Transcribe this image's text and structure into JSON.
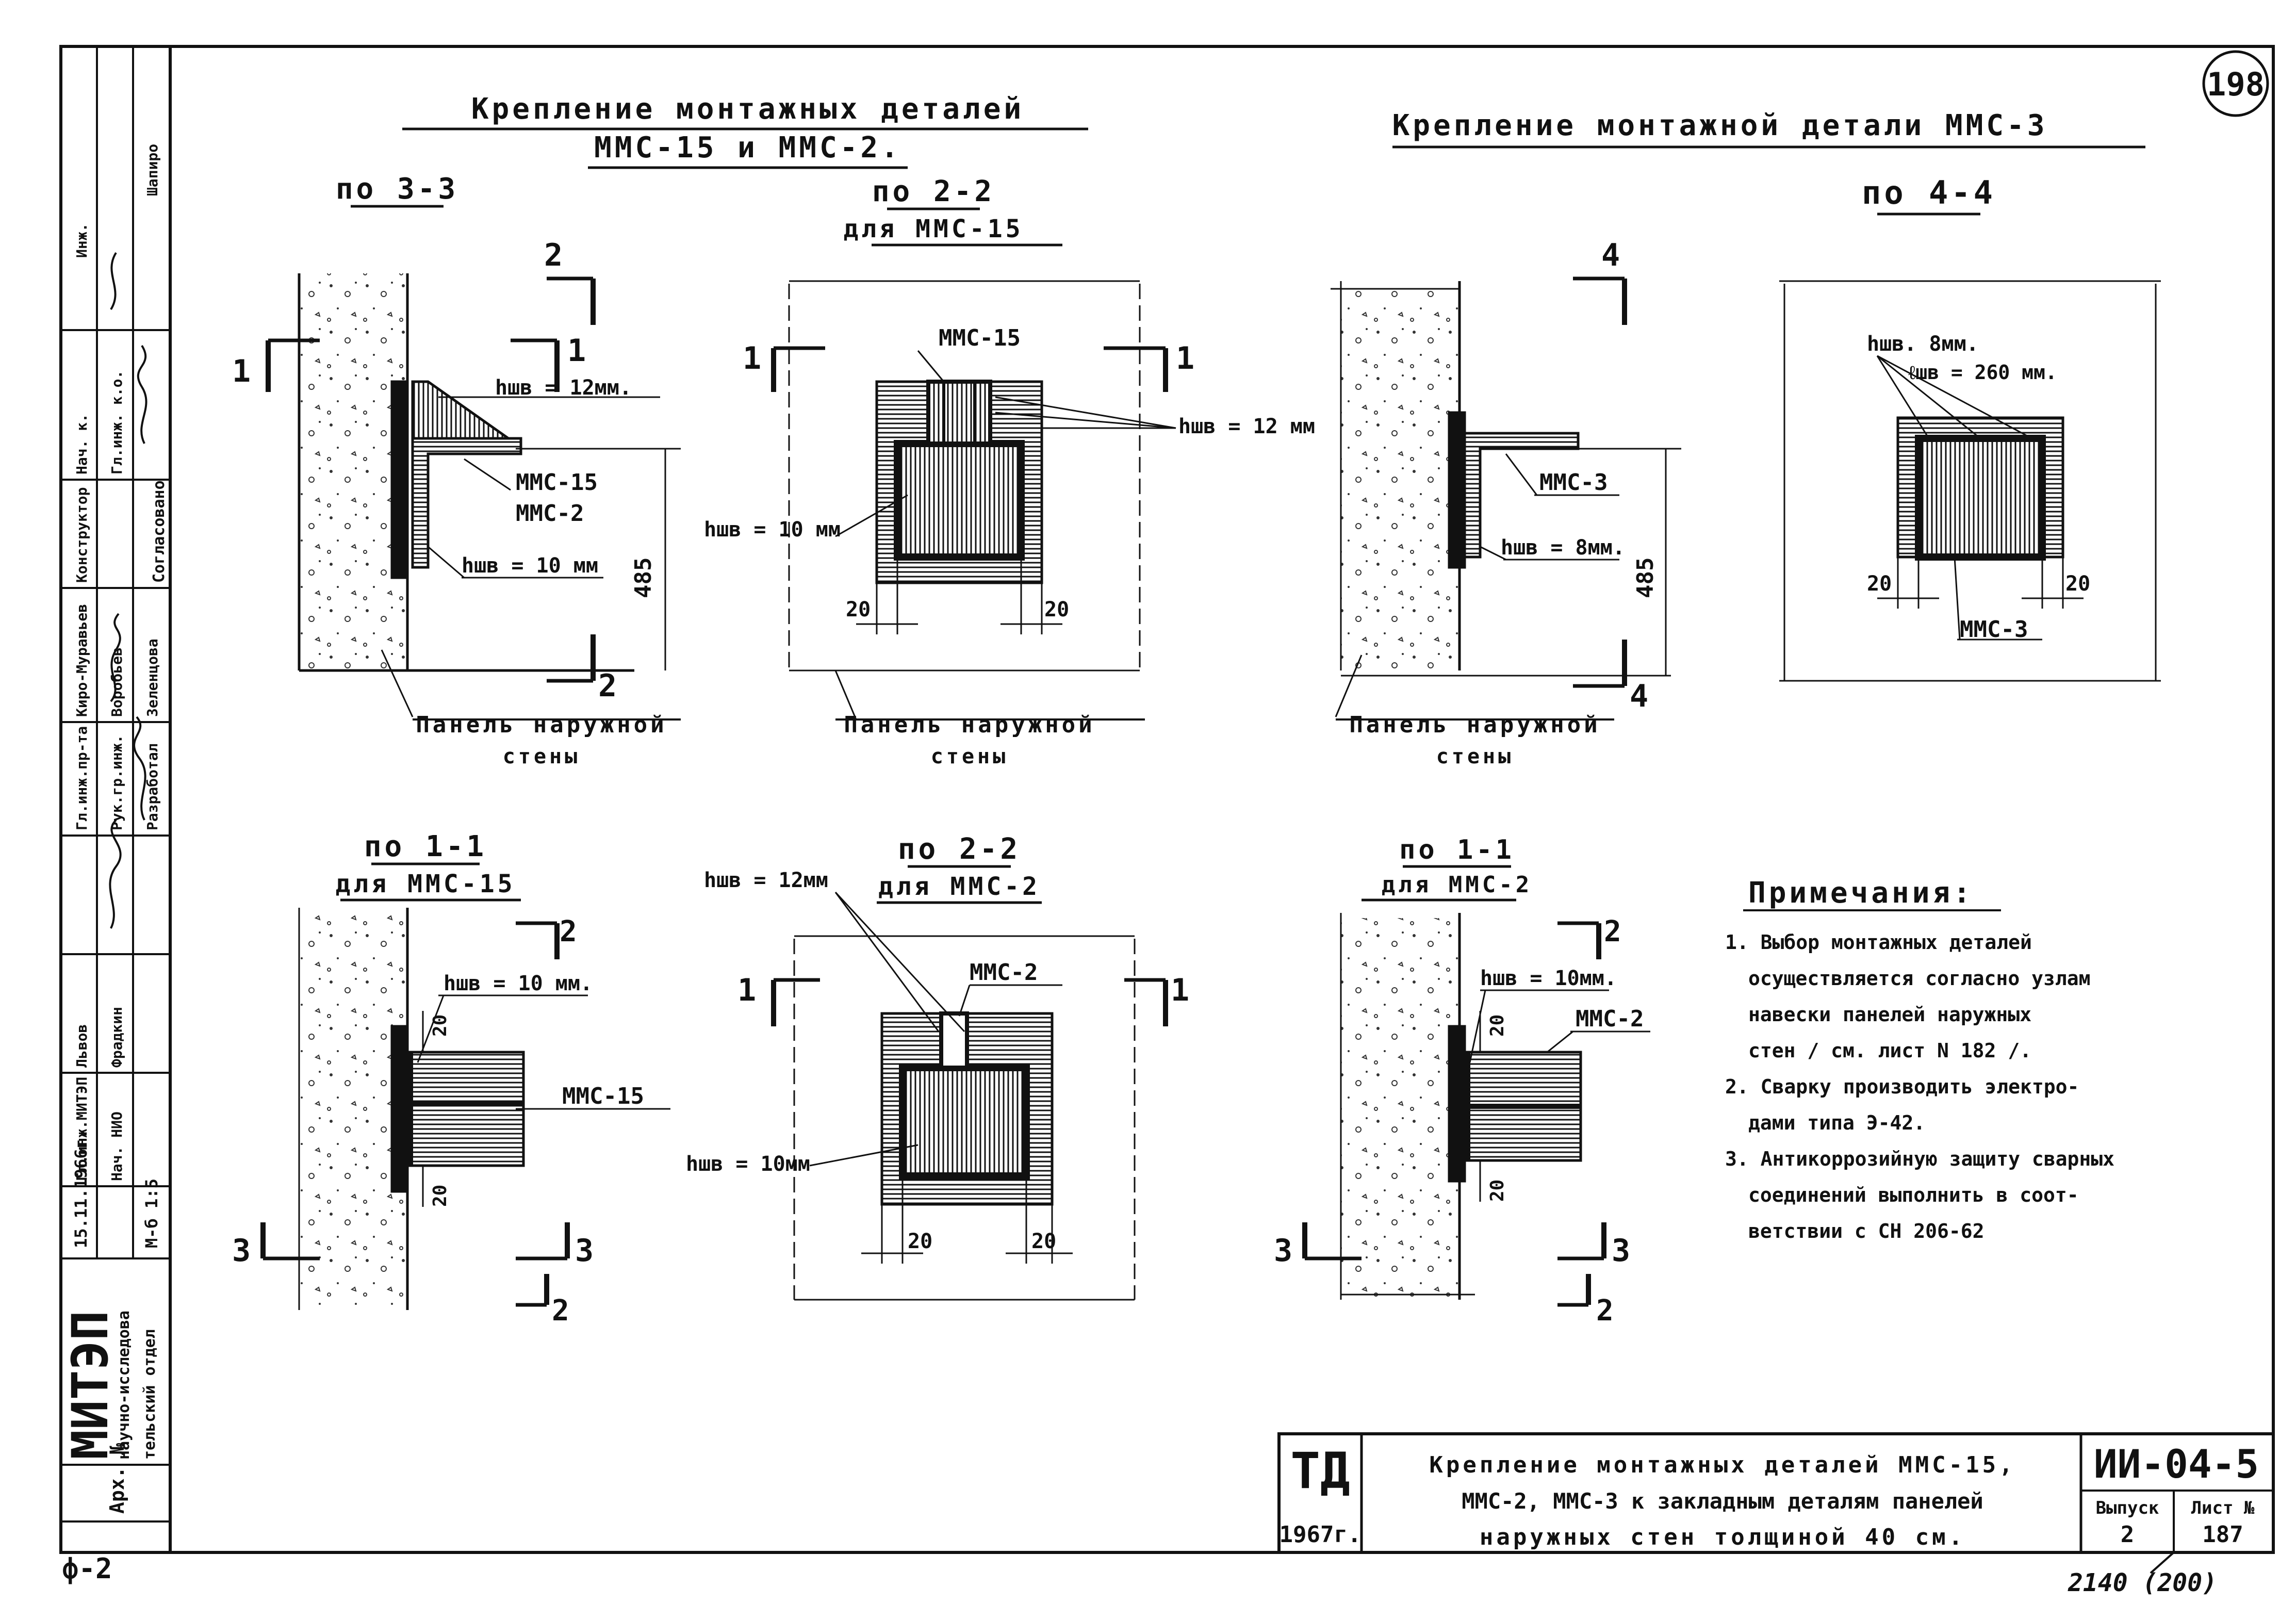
{
  "sheet_number": "198",
  "format_label": "ф-2",
  "sheet_corner_note": "2140 (200)",
  "left_heading": {
    "line1": "Крепление монтажных деталей",
    "line2": "ММС-15 и ММС-2."
  },
  "right_heading": "Крепление монтажной детали ММС-3",
  "sections": {
    "s33": {
      "title": "по 3-3"
    },
    "s22a": {
      "title": "по 2-2",
      "subtitle": "для ММС-15"
    },
    "s44_left": {},
    "s44": {
      "title": "по 4-4"
    },
    "s11a": {
      "title": "по 1-1",
      "subtitle": "для ММС-15"
    },
    "s22b": {
      "title": "по 2-2",
      "subtitle": "для ММС-2"
    },
    "s11b": {
      "title": "по 1-1",
      "subtitle": "для ММС-2"
    }
  },
  "callouts": {
    "hw12": "hшв = 12мм.",
    "hw12b": "hшв = 12 мм",
    "hw12c": "hшв = 12мм",
    "hw10": "hшв = 10 мм",
    "hw10b": "hшв = 10 мм",
    "hw10c": "hшв = 10 мм.",
    "hw10d": "hшв = 10мм.",
    "hw10e": "hшв = 10мм",
    "hw8": "hшв = 8мм.",
    "hw8b": "hшв. 8мм.",
    "lw260": "ℓшв = 260 мм.",
    "mms15": "ММС-15",
    "mms2": "ММС-2",
    "mms3": "ММС-3",
    "mms15_2": "ММС-15",
    "mms15_3": "ММС-15",
    "mms2_2": "ММС-2",
    "mms2_3": "ММС-2",
    "mms3_2": "ММС-3"
  },
  "dims": {
    "d485": "485",
    "d20": "20"
  },
  "cut_marks": {
    "one": "1",
    "two": "2",
    "three": "3",
    "four": "4"
  },
  "wall_label": {
    "line1": "Панель наружной",
    "line2": "стены"
  },
  "notes": {
    "title": "Примечания:",
    "items": [
      "1. Выбор монтажных деталей",
      "осуществляется согласно узлам",
      "навески панелей наружных",
      "стен / см. лист N 182 /.",
      "2. Сварку производить электро-",
      "дами типа Э-42.",
      "3. Антикоррозийную защиту сварных",
      "соединений выполнить в соот-",
      "ветствии с СН 206-62"
    ]
  },
  "title_block": {
    "logo": "ТД",
    "year": "1967г.",
    "title_lines": [
      "Крепление монтажных деталей ММС-15,",
      "ММС-2, ММС-3 к закладным деталям панелей",
      "наружных стен толщиной 40 см."
    ],
    "code": "ИИ-04-5",
    "issue_label": "Выпуск",
    "issue_value": "2",
    "sheet_label": "Лист №",
    "sheet_value": "187"
  },
  "side_stamp": {
    "org": "МИТЭП",
    "org_sub1": "научно-исследова",
    "org_sub2": "тельский отдел",
    "archive": "Арх. №",
    "date": "15.11.1966г.",
    "scale": "М-б 1:5",
    "agreed": "Согласовано",
    "roles": [
      "Гл.инж.МИТЭП",
      "Нач. НИО",
      "Гл.инж.пр-та",
      "Рук.гр.инж.",
      "Разработал",
      "Конструктор",
      "Нач. к.",
      "Гл.инж. к.о.",
      "Инж."
    ],
    "names": [
      "Львов",
      "Фрадкин",
      "Киро-Муравьев",
      "Воробьев",
      "Зеленцова",
      "Шапиро"
    ]
  }
}
